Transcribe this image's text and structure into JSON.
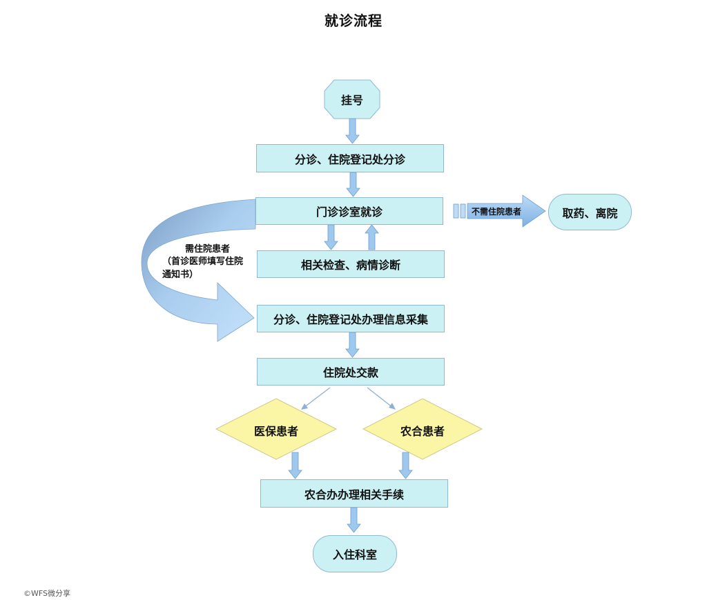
{
  "title": "就诊流程",
  "nodes": {
    "register": "挂号",
    "triage1": "分诊、住院登记处分诊",
    "clinic": "门诊诊室就诊",
    "exam": "相关检查、病情诊断",
    "triage2": "分诊、住院登记处办理信息采集",
    "payment": "住院处交款",
    "medical_insurance": "医保患者",
    "rural_coop": "农合患者",
    "procedures": "农合办办理相关手续",
    "admit": "入住科室",
    "pharmacy": "取药、离院"
  },
  "labels": {
    "no_admission": "不需住院患者",
    "need_admission_line1": "需住院患者",
    "need_admission_line2": "（首诊医师填写住院",
    "need_admission_line3": "通知书）"
  },
  "watermark": "©WFS微分享",
  "colors": {
    "box_fill": "#ccf1f4",
    "box_border": "#8fb9cf",
    "diamond_fill": "#fbf5a6",
    "arrow_fill": "#9ec8ee",
    "arrow_dark": "#5b86b4"
  }
}
